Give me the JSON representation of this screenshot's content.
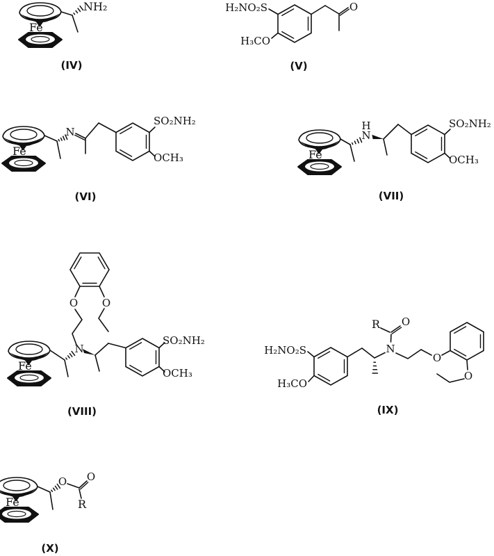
{
  "page": {
    "background": "#ffffff",
    "ink_color": "#111111",
    "description": "Chemical structure scheme of compounds IV to X"
  },
  "structures": {
    "iv": {
      "label": "(IV)",
      "atoms": {
        "fe": "Fe",
        "amine": "NH₂"
      }
    },
    "v": {
      "label": "(V)",
      "atoms": {
        "sulfonamide": "H₂NO₂S",
        "methoxy": "H₃CO",
        "carbonyl_o": "O"
      }
    },
    "vi": {
      "label": "(VI)",
      "atoms": {
        "fe": "Fe",
        "imine_n": "N",
        "sulfonamide": "SO₂NH₂",
        "methoxy": "OCH₃"
      }
    },
    "vii": {
      "label": "(VII)",
      "atoms": {
        "fe": "Fe",
        "amine_h": "H",
        "amine_n": "N",
        "sulfonamide": "SO₂NH₂",
        "methoxy": "OCH₃"
      }
    },
    "viii": {
      "label": "(VIII)",
      "atoms": {
        "fe": "Fe",
        "amine_n": "N",
        "phenoxy_o": "O",
        "ethoxy_o": "O",
        "sulfonamide": "SO₂NH₂",
        "methoxy": "OCH₃"
      }
    },
    "ix": {
      "label": "(IX)",
      "atoms": {
        "sulfonamide": "H₂NO₂S",
        "methoxy": "H₃CO",
        "r_group": "R",
        "carbonyl_o": "O",
        "amide_n": "N",
        "phenoxy_o": "O",
        "ethoxy_o": "O"
      }
    },
    "x": {
      "label": "(X)",
      "atoms": {
        "fe": "Fe",
        "ester_o": "O",
        "carbonyl_o": "O",
        "r_group": "R"
      }
    }
  }
}
